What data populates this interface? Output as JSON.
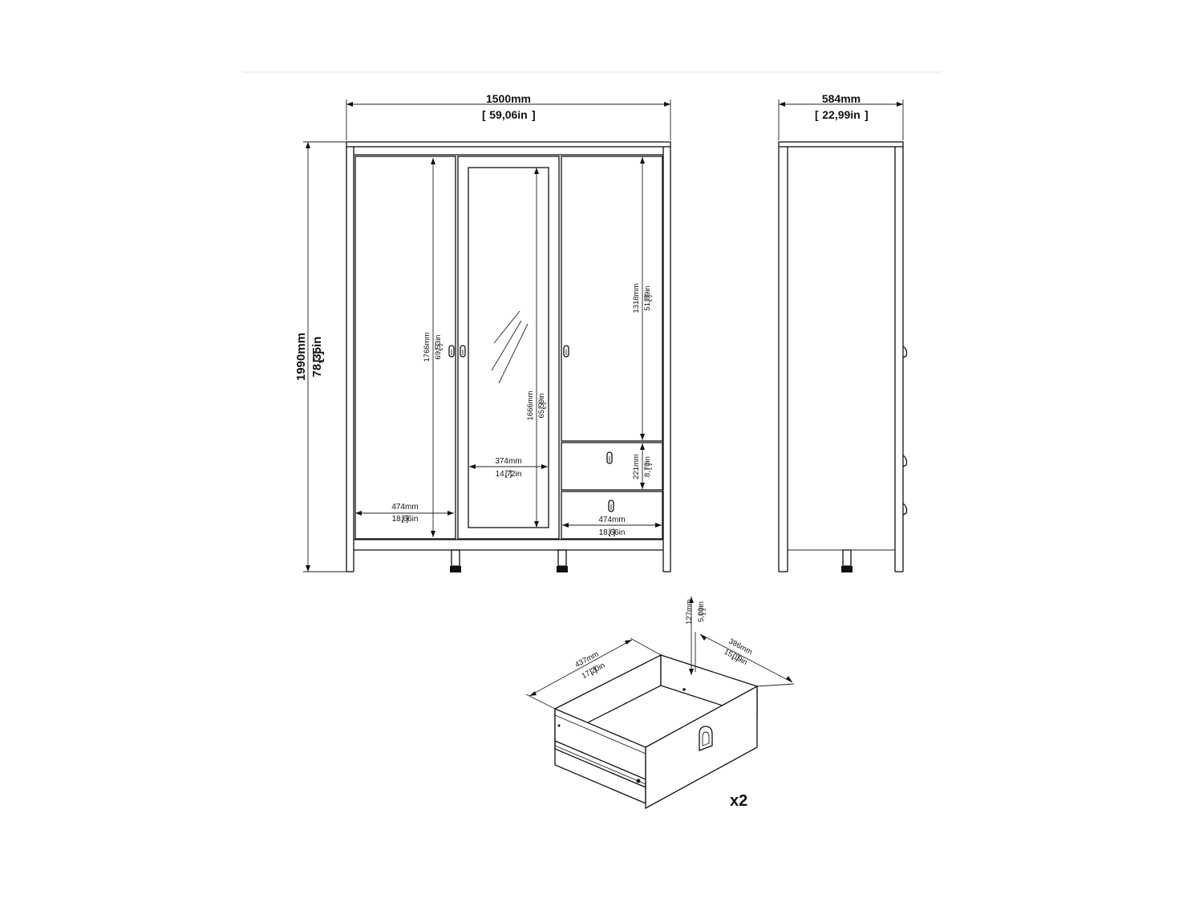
{
  "front": {
    "width_mm": "1500mm",
    "width_in": "59,06in",
    "height_mm": "1990mm",
    "height_in": "78,35in",
    "inner_height_mm": "1766mm",
    "inner_height_in": "69,53in",
    "mirror_height_mm": "1666mm",
    "mirror_height_in": "65,59in",
    "mirror_width_mm": "374mm",
    "mirror_width_in": "14,72in",
    "left_width_mm": "474mm",
    "left_width_in": "18,66in",
    "right_upper_height_mm": "1318mm",
    "right_upper_height_in": "51,89in",
    "drawer_height_mm": "221mm",
    "drawer_height_in": "8,70in",
    "right_width_mm": "474mm",
    "right_width_in": "18,66in"
  },
  "side": {
    "depth_mm": "584mm",
    "depth_in": "22,99in"
  },
  "drawer": {
    "width_mm": "437mm",
    "width_in": "17,20in",
    "depth_mm": "386mm",
    "depth_in": "15,19in",
    "height_mm": "127mm",
    "height_in": "5,00in",
    "quantity": "x2"
  }
}
